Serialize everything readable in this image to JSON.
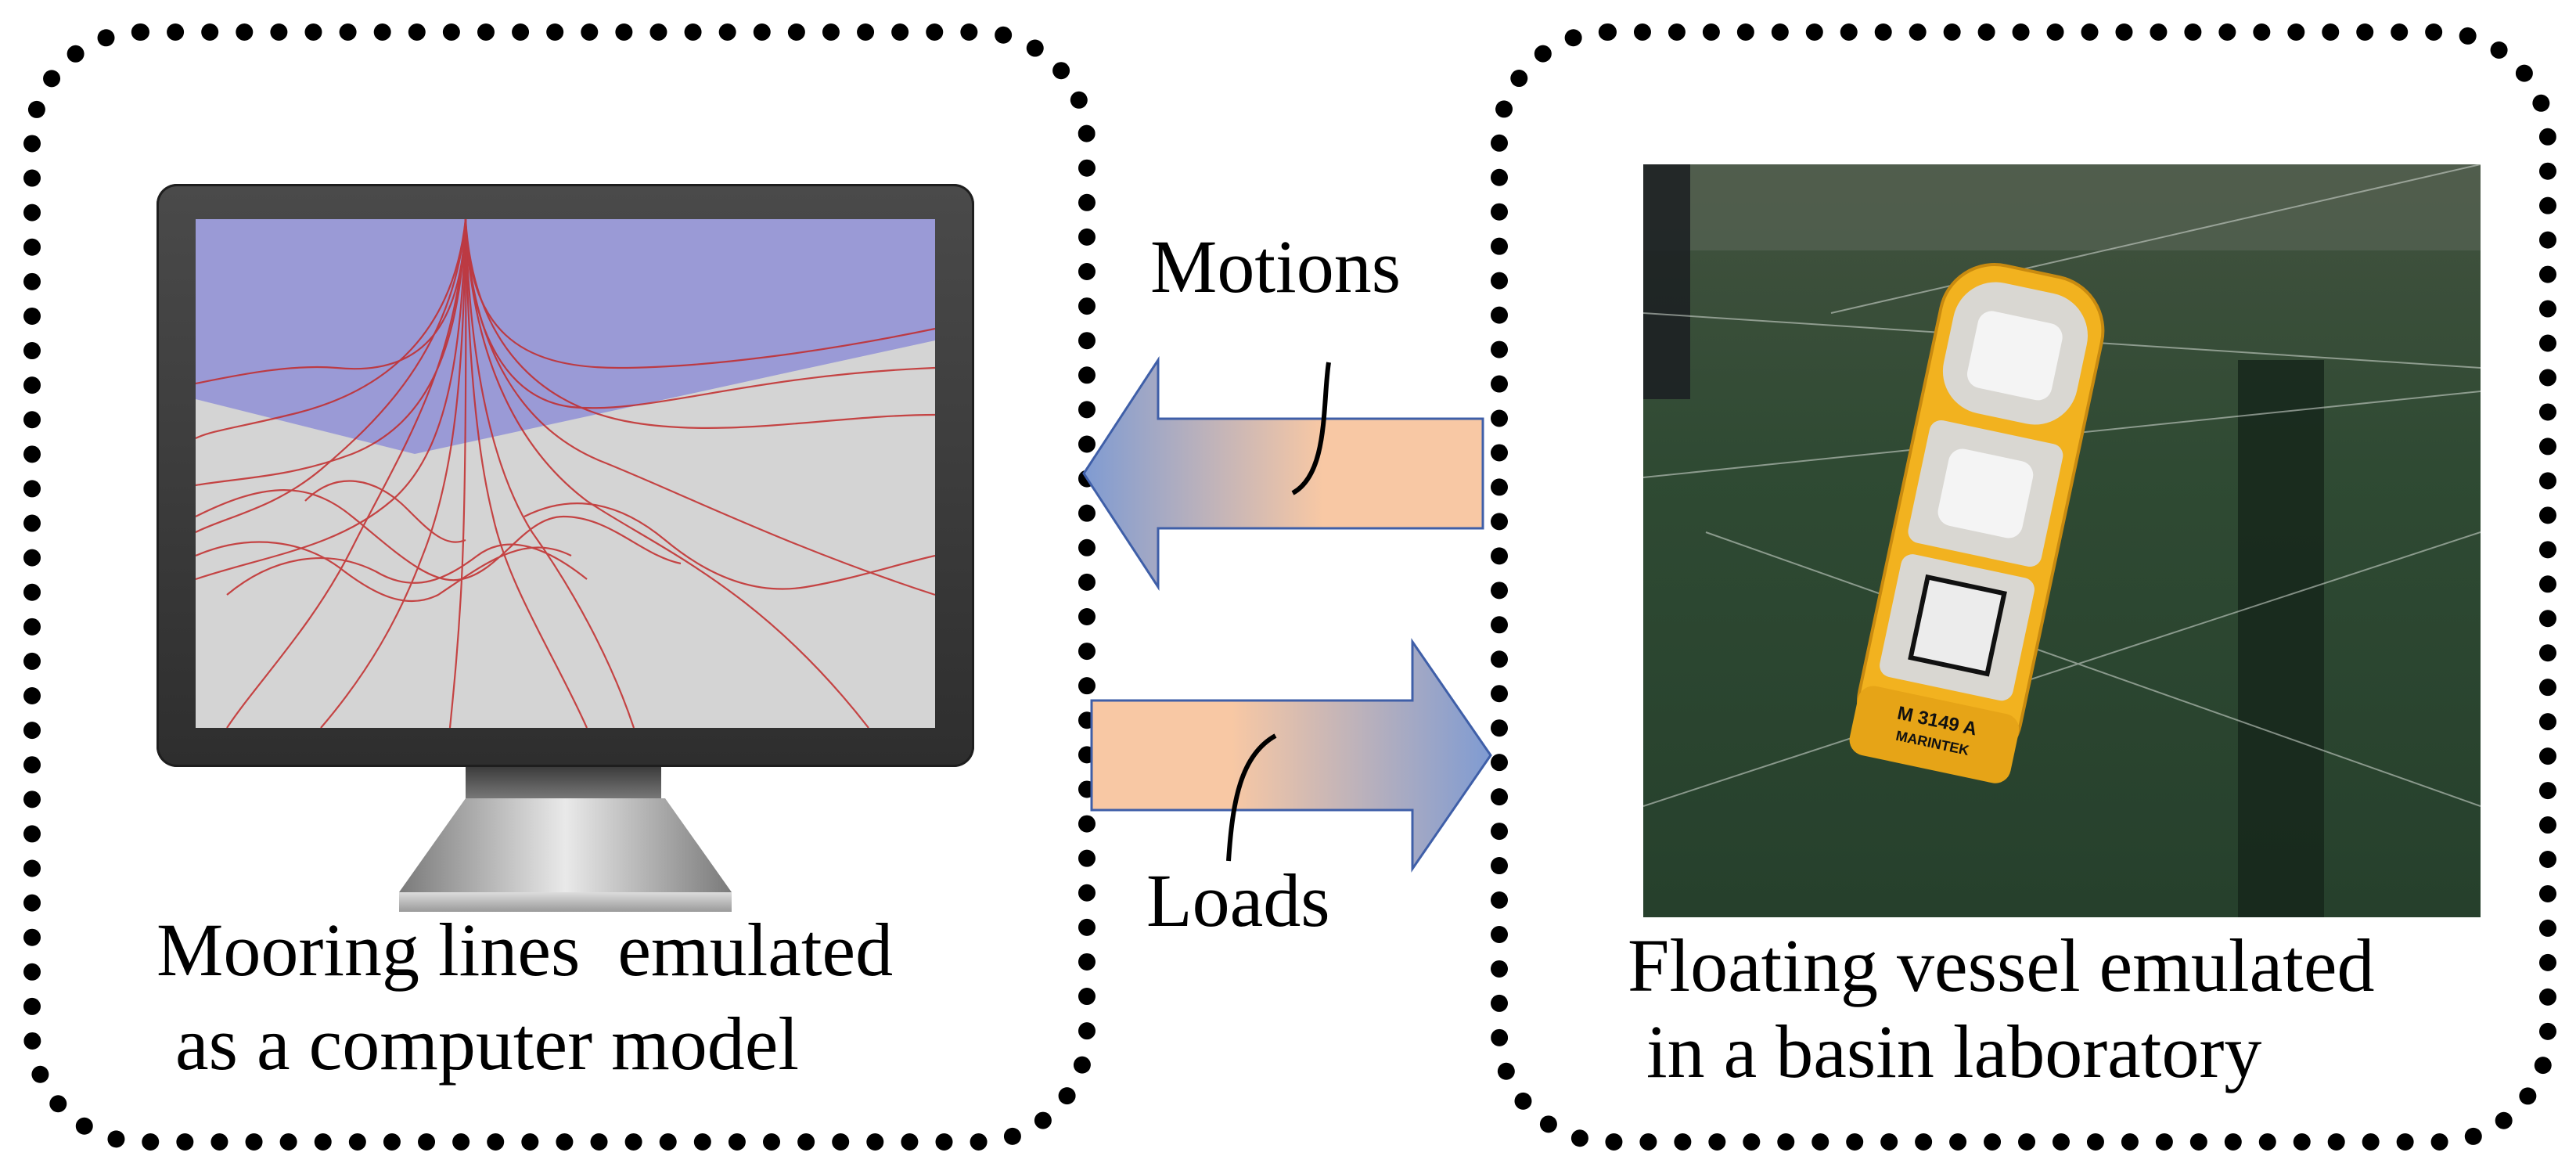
{
  "left_panel": {
    "caption_line1": "Mooring lines  emulated",
    "caption_line2": " as a computer model"
  },
  "right_panel": {
    "caption_line1": "Floating vessel emulated",
    "caption_line2": " in a basin laboratory",
    "hull_label_line1": "M 3149 A",
    "hull_label_line2": "MARINTEK"
  },
  "arrows": {
    "motions_label": "Motions",
    "loads_label": "Loads"
  },
  "colors": {
    "arrow_peach": "#f8c8a4",
    "arrow_blue": "#7f9bd2",
    "screen_sky": "#9a9ad6",
    "screen_floor": "#d4d4d4",
    "mooring_red": "#c22a2a",
    "vessel_yellow": "#f2b21f",
    "basin_water": "#2f4a33"
  }
}
